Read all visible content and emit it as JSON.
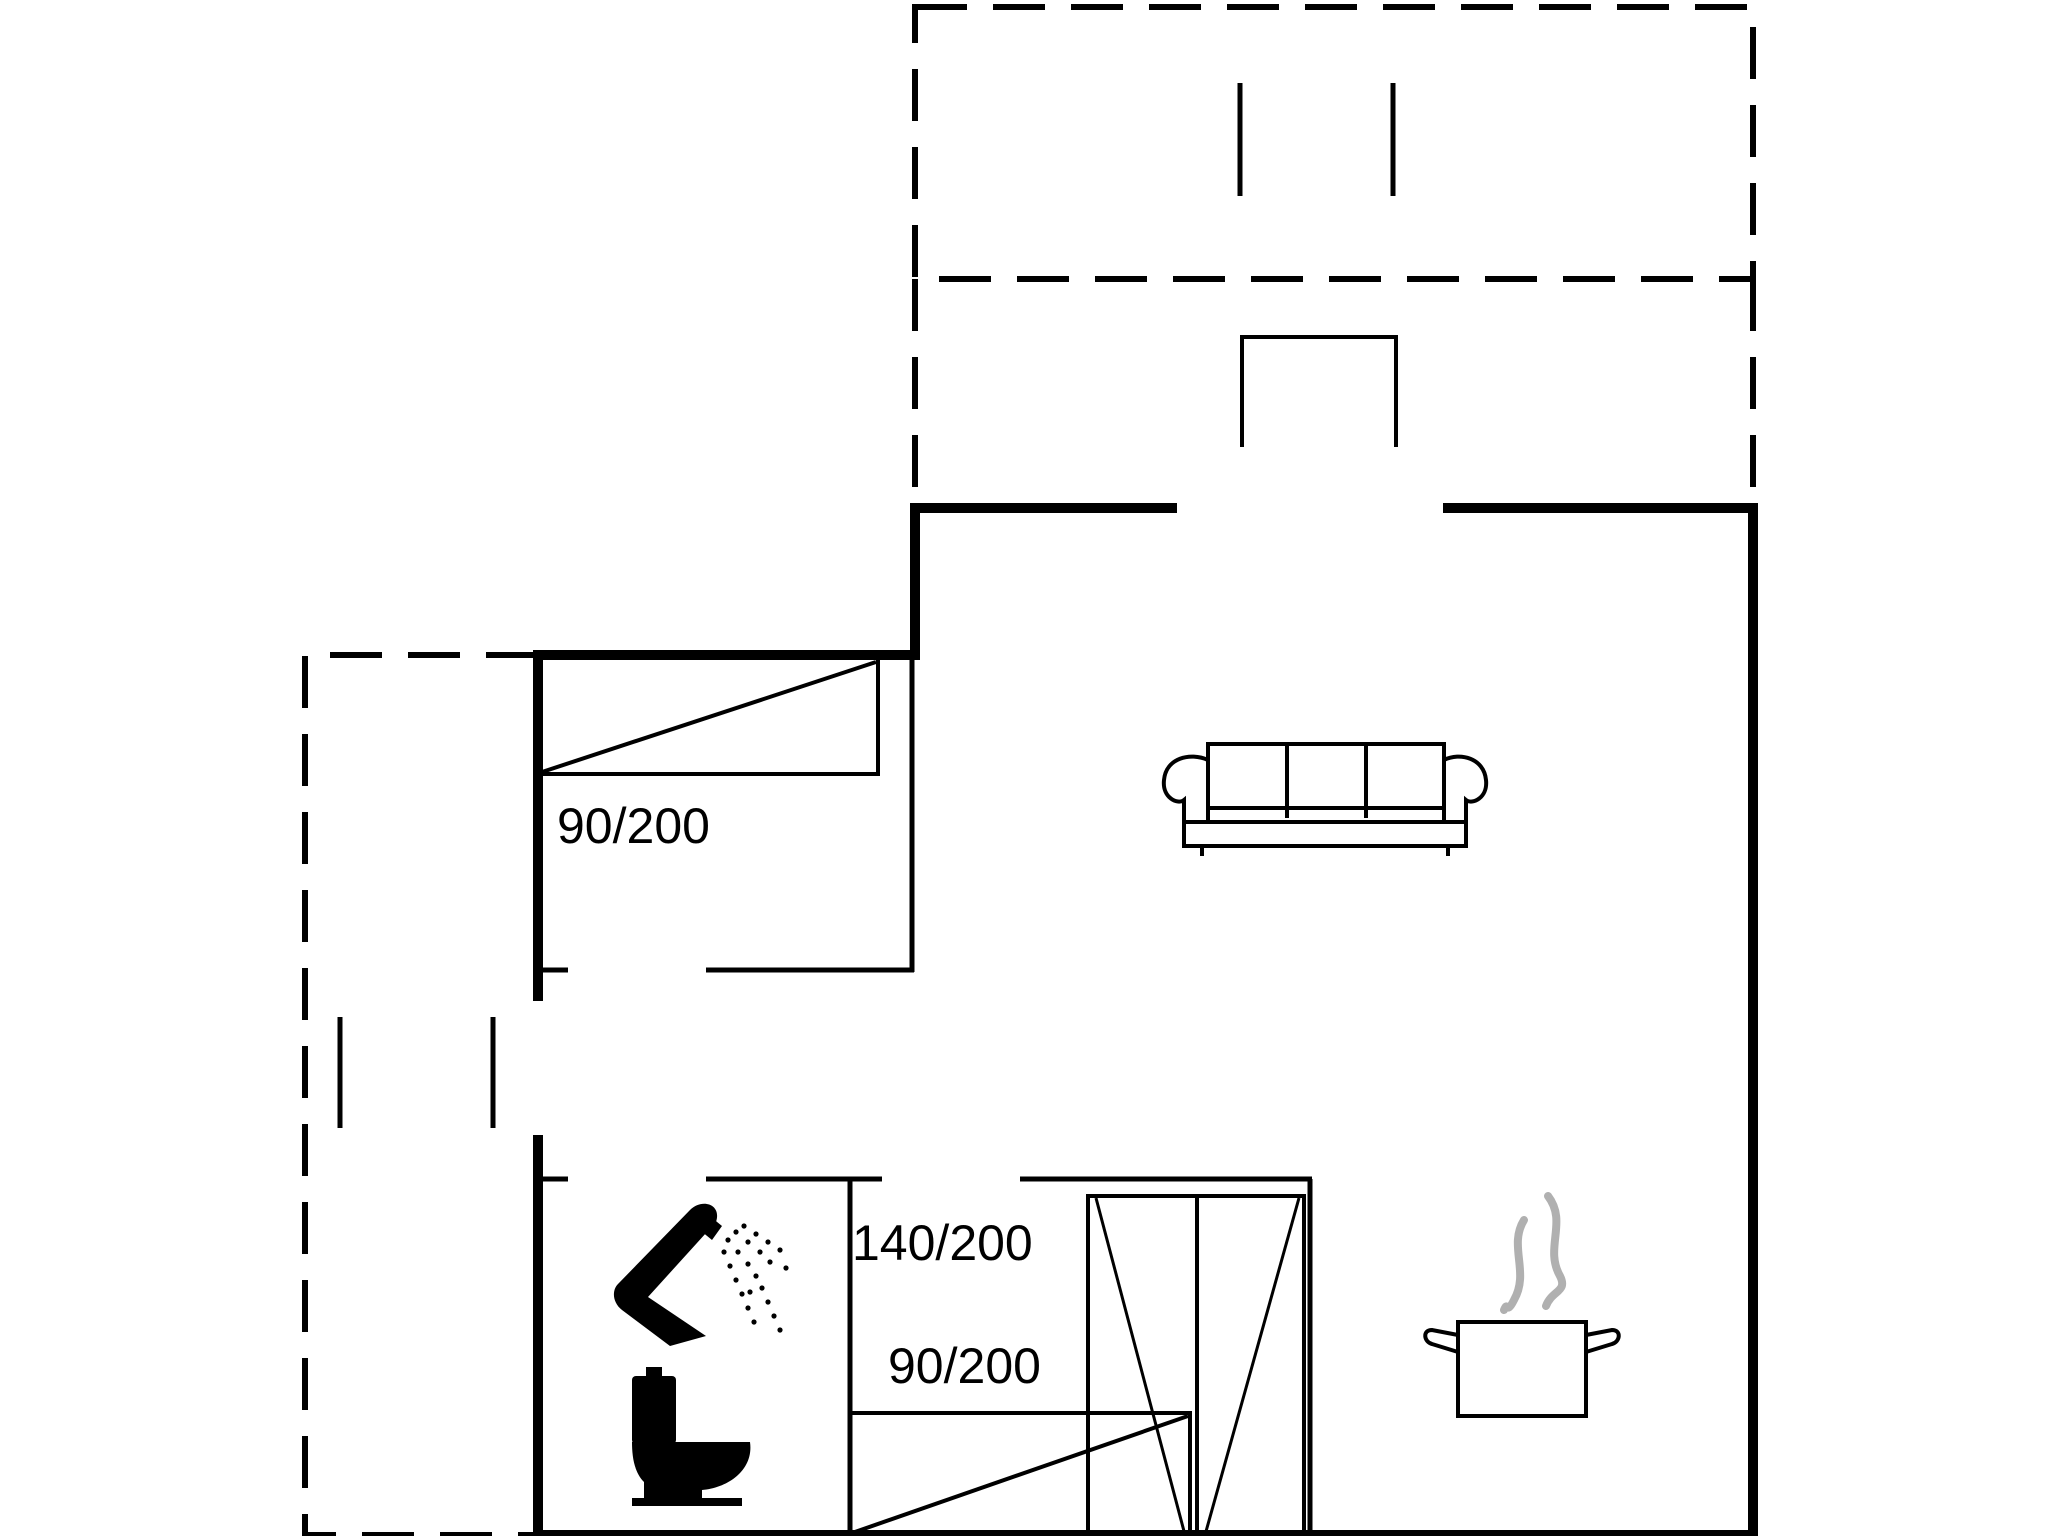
{
  "labels": {
    "bed_upper_left": "90/200",
    "bed_double": "140/200",
    "bed_single_lower": "90/200"
  },
  "icons": {
    "sofa": "sofa-icon",
    "shower": "shower-icon",
    "toilet": "toilet-icon",
    "cooking_pot": "cooking-pot-icon"
  },
  "colors": {
    "lines": "#000000",
    "background": "#ffffff",
    "steam": "#b0b0b0"
  }
}
